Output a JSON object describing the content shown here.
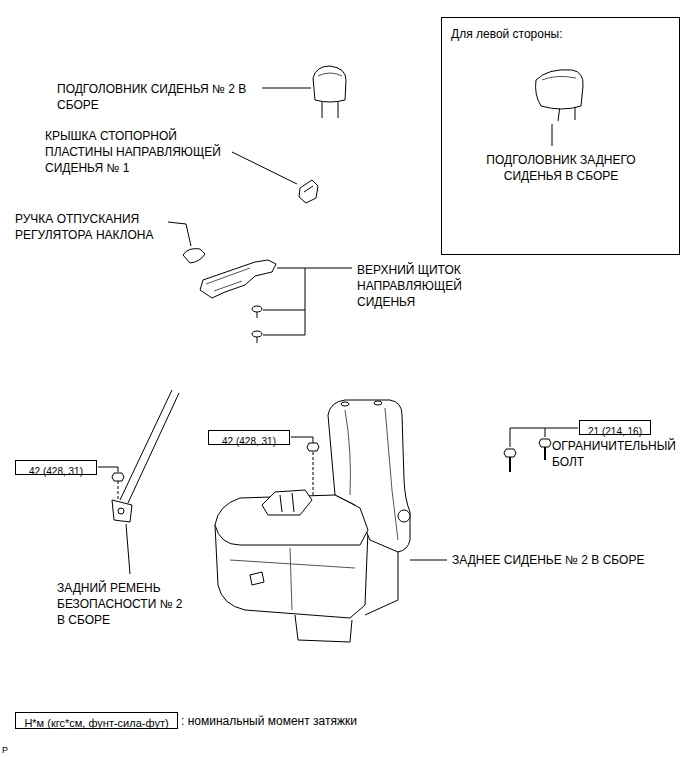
{
  "diagram": {
    "nodes": [
      {
        "text": [
          "Для левой стороны:",
          "ПОДГОЛОВНИК ЗАДНЕГО СИДЕНЬЯ В СБОРЕ"
        ]
      },
      {
        "text": [
          "42 (428, 31)"
        ]
      },
      {
        "text": [
          "42 (428, 31)"
        ]
      },
      {
        "text": [
          "21 (214, 16)"
        ]
      },
      {
        "text": [
          "Н*м (кгс*см, фунт-сила-фут)"
        ]
      }
    ],
    "labels": [
      "ПОДГОЛОВНИК СИДЕНЬЯ № 2 В СБОРЕ",
      "КРЫШКА СТОПОРНОЙ ПЛАСТИНЫ НАПРАВЛЯЮЩЕЙ СИДЕНЬЯ № 1",
      "РУЧКА ОТПУСКАНИЯ РЕГУЛЯТОРА НАКЛОНА",
      "ВЕРХНИЙ ЩИТОК НАПРАВЛЯЮЩЕЙ СИДЕНЬЯ",
      "ОГРАНИЧИТЕЛЬНЫЙ БОЛТ",
      "ЗАДНЕЕ СИДЕНЬЕ № 2 В СБОРЕ",
      "ЗАДНИЙ РЕМЕНЬ БЕЗОПАСНОСТИ № 2 В СБОРЕ",
      ": номинальный момент затяжки",
      "P"
    ]
  }
}
